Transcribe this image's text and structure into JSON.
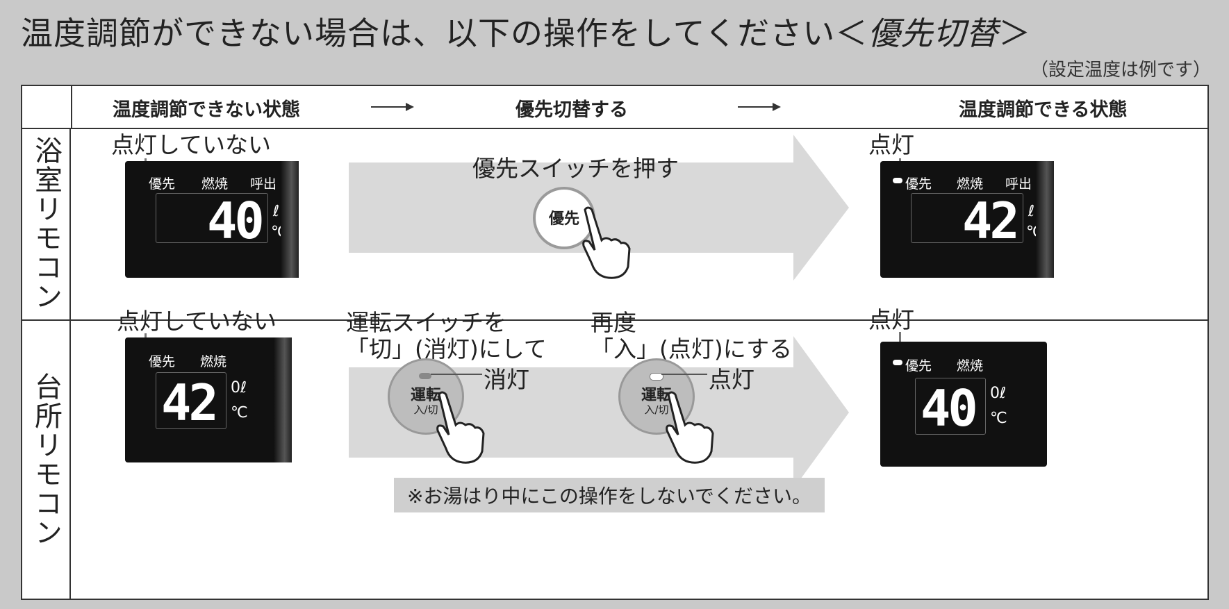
{
  "title": {
    "main": "温度調節ができない場合は、以下の操作をしてください",
    "bracket_open": "＜",
    "sub": "優先切替",
    "bracket_close": "＞"
  },
  "note": "（設定温度は例です）",
  "header": {
    "col1": "温度調節できない状態",
    "col2": "優先切替する",
    "col3": "温度調節できる状態"
  },
  "rows": {
    "bath": {
      "label": "浴室リモコン",
      "state_off": "点灯していない",
      "state_on": "点灯",
      "action": "優先スイッチを押す",
      "button_label": "優先",
      "panel_labels": {
        "priority": "優先",
        "burn": "燃焼",
        "call": "呼出"
      },
      "temp_before": "40",
      "temp_after": "42",
      "unit_l": "ℓ",
      "unit_c": "℃"
    },
    "kitchen": {
      "label": "台所リモコン",
      "state_off": "点灯していない",
      "state_on": "点灯",
      "step1": "運転スイッチを",
      "step1b": "「切」(消灯)にして",
      "step2": "再度",
      "step2b": "「入」(点灯)にする",
      "led_off": "消灯",
      "led_on": "点灯",
      "button_label": "運転",
      "button_sub": "入/切",
      "panel_labels": {
        "priority": "優先",
        "burn": "燃焼"
      },
      "temp_before": "42",
      "temp_after": "40",
      "unit_l": "0ℓ",
      "unit_c": "℃"
    }
  },
  "caution": "※お湯はり中にこの操作をしないでください。"
}
